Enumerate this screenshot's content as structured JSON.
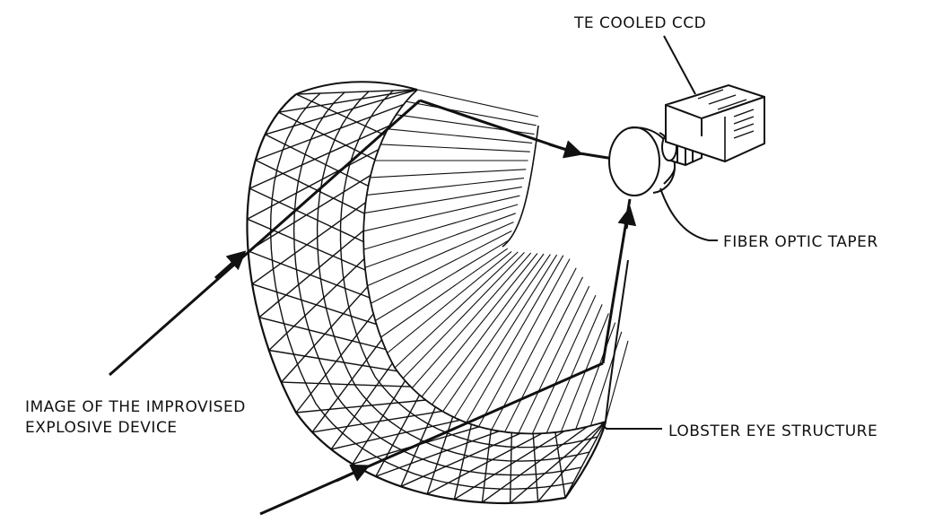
{
  "labels": {
    "ccd": "TE COOLED CCD",
    "taper": "FIBER OPTIC TAPER",
    "lobster": "LOBSTER EYE STRUCTURE",
    "image_line1": "IMAGE OF THE IMPROVISED",
    "image_line2": "EXPLOSIVE DEVICE"
  },
  "colors": {
    "ink": "#111111",
    "background": "#ffffff"
  }
}
